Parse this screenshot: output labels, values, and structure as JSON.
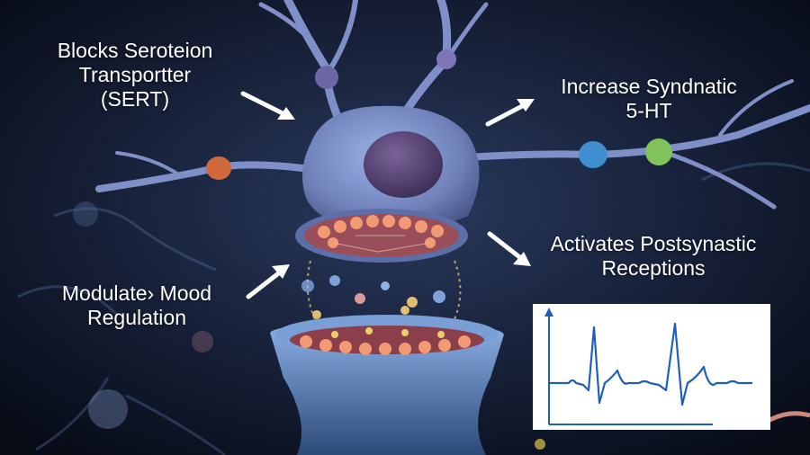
{
  "labels": {
    "sert": {
      "line1": "Blocks Seroteion",
      "line2": "Transportter",
      "line3": "(SERT)"
    },
    "increase": {
      "line1": "Increase Syndnatic",
      "line2": "5-HT"
    },
    "activates": {
      "line1": "Activates Postsynastic",
      "line2": "Receptions"
    },
    "mood": {
      "line1": "Modulate› Mood",
      "line2": "Regulation"
    }
  },
  "icons": [
    "neuron-illustration",
    "arrow-icon",
    "ecg-waveform-icon"
  ],
  "colors": {
    "background": "#0b1220",
    "membrane": "#7d8fc8",
    "nucleus": "#4d3e6b",
    "vesicle": "#f29a73",
    "waveform": "#1f5fb8"
  }
}
